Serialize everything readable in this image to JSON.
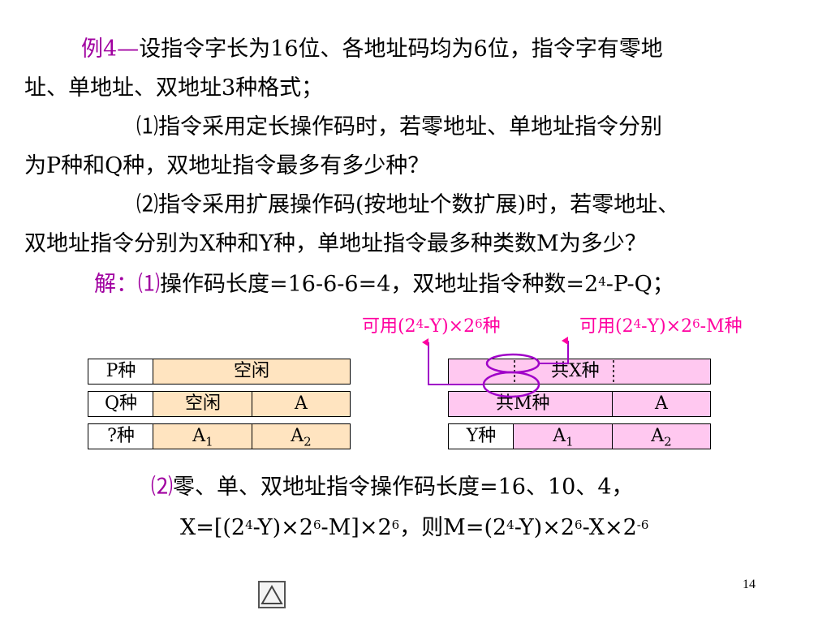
{
  "example": {
    "label": "例4—",
    "line1": "设指令字长为16位、各地址码均为6位，指令字有零地",
    "line2": "址、单地址、双地址3种格式；"
  },
  "q1": {
    "label": "⑴",
    "line1": "指令采用定长操作码时，若零地址、单地址指令分别",
    "line2": "为P种和Q种，双地址指令最多有多少种？"
  },
  "q2": {
    "label": "⑵",
    "line1": "指令采用扩展操作码(按地址个数扩展)时，若零地址、",
    "line2": "双地址指令分别为X种和Y种，单地址指令最多种类数M为多少？"
  },
  "solution1": {
    "label": "解：⑴",
    "text_a": "操作码长度=16-6-6=4，双地址指令种数=2",
    "exp": "4",
    "text_b": "-P-Q；"
  },
  "annotations": {
    "left_a": "可用(2",
    "left_exp1": "4",
    "left_b": "-Y)×2",
    "left_exp2": "6",
    "left_c": "种",
    "right_a": "可用(2",
    "right_exp1": "4",
    "right_b": "-Y)×2",
    "right_exp2": "6",
    "right_c": "-M种"
  },
  "left_table": {
    "row1": [
      "P种",
      "空闲"
    ],
    "row2": [
      "Q种",
      "空闲",
      "A"
    ],
    "row3": {
      "c0": "?种",
      "a1": "A",
      "s1": "1",
      "a2": "A",
      "s2": "2"
    }
  },
  "right_table": {
    "row1": "共X种",
    "row2": [
      "共M种",
      "A"
    ],
    "row3": {
      "c0": "Y种",
      "a1": "A",
      "s1": "1",
      "a2": "A",
      "s2": "2"
    }
  },
  "solution2": {
    "label": "⑵",
    "text": "零、单、双地址指令操作码长度=16、10、4，",
    "f1": "X=[(2",
    "e1": "4",
    "f2": "-Y)×2",
    "e2": "6",
    "f3": "-M]×2",
    "e3": "6",
    "f4": "，则M=(2",
    "e4": "4",
    "f5": "-Y)×2",
    "e5": "6",
    "f6": "-X×2",
    "e6": "-6"
  },
  "page_number": "14",
  "colors": {
    "magenta": "#a000a0",
    "pink": "#ff00a0",
    "peach": "#ffe4c0",
    "pink_fill": "#ffc8f0"
  }
}
